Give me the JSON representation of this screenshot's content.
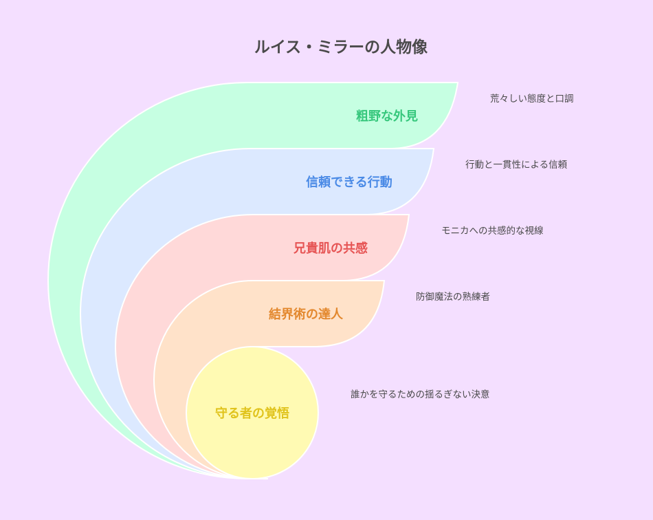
{
  "title": "ルイス・ミラーの人物像",
  "layers": [
    {
      "label": "粗野な外見",
      "description": "荒々しい態度と口調",
      "fill": "#c6ffe2",
      "text_color": "#36c77c"
    },
    {
      "label": "信頼できる行動",
      "description": "行動と一貫性による信頼",
      "fill": "#dce9ff",
      "text_color": "#4a8ae6"
    },
    {
      "label": "兄貴肌の共感",
      "description": "モニカへの共感的な視線",
      "fill": "#ffd9d9",
      "text_color": "#e65454"
    },
    {
      "label": "結界術の達人",
      "description": "防御魔法の熟練者",
      "fill": "#ffe2c9",
      "text_color": "#e3882e"
    },
    {
      "label": "守る者の覚悟",
      "description": "誰かを守るための揺るぎない決意",
      "fill": "#fffab3",
      "text_color": "#e0c31c"
    }
  ],
  "colors": {
    "background": "#f4dfff",
    "stroke": "#ffffff"
  }
}
